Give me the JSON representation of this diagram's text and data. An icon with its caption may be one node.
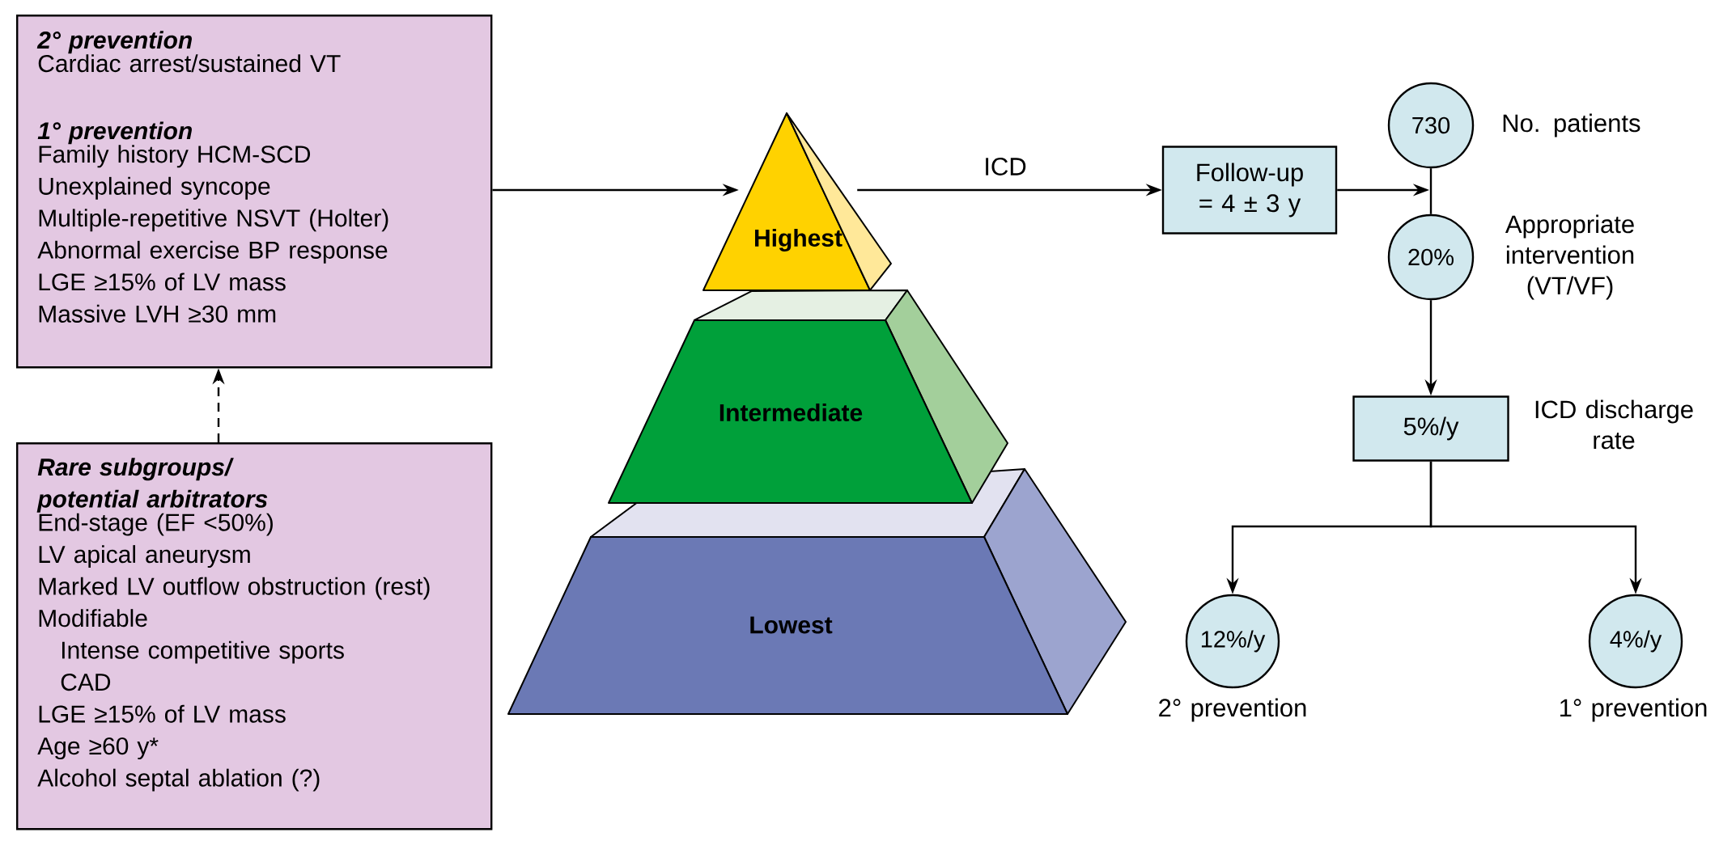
{
  "diagram": {
    "nodes": [
      {
        "text": [
          "2° prevention",
          "Cardiac arrest/sustained VT",
          "1° prevention",
          "Family history HCM-SCD",
          "Unexplained syncope",
          "Multiple-repetitive NSVT (Holter)",
          "Abnormal exercise BP response",
          "LGE ≥15% of LV mass",
          "Massive LVH ≥30 mm"
        ]
      },
      {
        "text": [
          "Rare subgroups/ potential arbitrators",
          "End-stage (EF <50%)",
          "LV apical aneurysm",
          "Marked LV outflow obstruction (rest)",
          "Modifiable",
          "Intense competitive sports",
          "CAD",
          "LGE ≥15% of LV mass",
          "Age ≥60 y*",
          "Alcohol septal ablation (?)"
        ]
      },
      {
        "text": [
          "Highest"
        ]
      },
      {
        "text": [
          "Intermediate"
        ]
      },
      {
        "text": [
          "Lowest"
        ]
      },
      {
        "text": [
          "Follow-up = 4 ± 3 y"
        ]
      },
      {
        "text": [
          "730"
        ],
        "beside": [
          "No. patients"
        ]
      },
      {
        "text": [
          "20%"
        ],
        "beside": [
          "Appropriate intervention (VT/VF)"
        ]
      },
      {
        "text": [
          "5%/y"
        ],
        "beside": [
          "ICD discharge rate"
        ]
      },
      {
        "text": [
          "12%/y"
        ],
        "beside": [
          "2° prevention"
        ]
      },
      {
        "text": [
          "4%/y"
        ],
        "beside": [
          "1° prevention"
        ]
      }
    ],
    "edges": [
      {
        "from": 1,
        "to": 0,
        "arrow": "to",
        "style": "dashed"
      },
      {
        "from": 0,
        "to": 2,
        "arrow": "to"
      },
      {
        "from": 2,
        "to": 5,
        "arrow": "to",
        "label": "ICD"
      },
      {
        "from": 5,
        "to": 6,
        "arrow": "to"
      },
      {
        "from": 6,
        "to": 7,
        "arrow": "none"
      },
      {
        "from": 7,
        "to": 8,
        "arrow": "to"
      },
      {
        "from": 8,
        "to": 9,
        "arrow": "to"
      },
      {
        "from": 8,
        "to": 10,
        "arrow": "to"
      }
    ]
  }
}
